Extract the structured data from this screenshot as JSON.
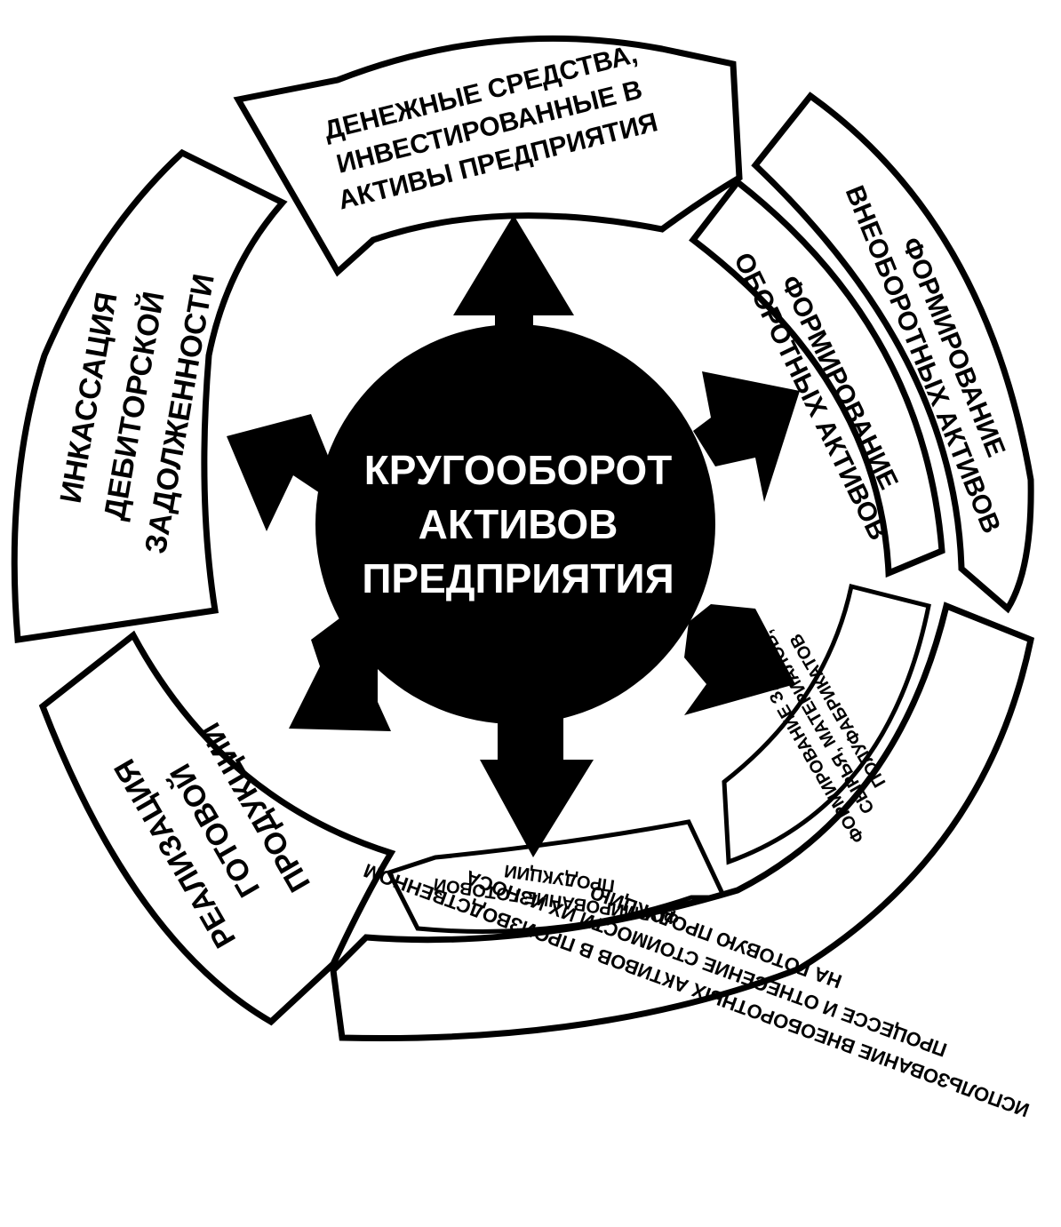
{
  "center": {
    "lines": [
      "КРУГООБОРОТ",
      "АКТИВОВ",
      "ПРЕДПРИЯТИЯ"
    ]
  },
  "segments": {
    "money": [
      "ДЕНЕЖНЫЕ СРЕДСТВА,",
      "ИНВЕСТИРОВАННЫЕ В",
      "АКТИВЫ ПРЕДПРИЯТИЯ"
    ],
    "non_current": [
      "ФОРМИРОВАНИЕ",
      "ВНЕОБОРОТНЫХ АКТИВОВ"
    ],
    "current": [
      "ФОРМИРОВАНИЕ",
      "ОБОРОТНЫХ АКТИВОВ"
    ],
    "stocks": [
      "ФОРМИРОВАНИЕ ЗАПАСОВ",
      "СЫРЬЯ, МАТЕРИАЛОВ,",
      "ПОЛУФАБРИКАТОВ"
    ],
    "use": [
      "ИСПОЛЬЗОВАНИЕ ВНЕОБОРОТНЫХ АКТИВОВ В ПРОИЗВОДСТВЕННОМ",
      "ПРОЦЕССЕ И ОТНЕСЕНИЕ СТОИМОСТИ ИХ ИЗНОСА",
      "НА ГОТОВУЮ ПРОДУКЦИЮ"
    ],
    "finished": [
      "ФОРМИРОВАНИЕ ГОТОВОЙ",
      "ПРОДУКЦИИ"
    ],
    "sales": [
      "РЕАЛИЗАЦИЯ",
      "ГОТОВОЙ",
      "ПРОДУКЦИИ"
    ],
    "collection": [
      "ИНКАССАЦИЯ",
      "ДЕБИТОРСКОЙ",
      "ЗАДОЛЖЕННОСТИ"
    ]
  },
  "colors": {
    "ink": "#000000",
    "paper": "#ffffff"
  }
}
